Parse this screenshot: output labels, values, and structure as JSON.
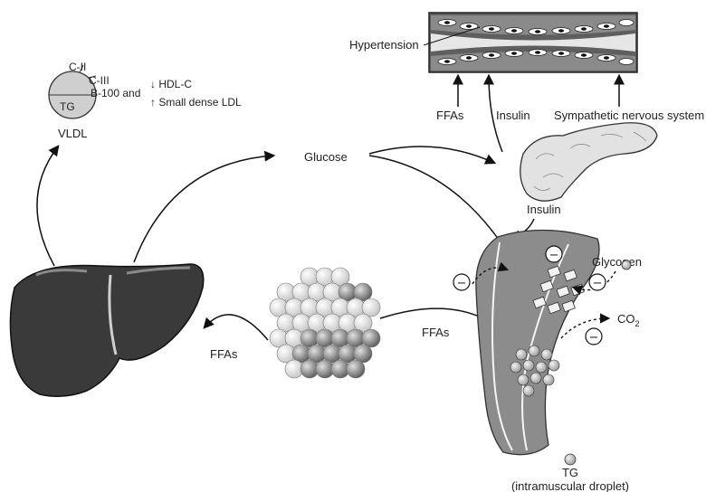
{
  "labels": {
    "hypertension": "Hypertension",
    "ffas_top": "FFAs",
    "insulin_top": "Insulin",
    "sympathetic": "Sympathetic nervous system",
    "glucose": "Glucose",
    "insulin_pancreas": "Insulin",
    "glycogen": "Glycogen",
    "co2": "CO",
    "co2_sub": "2",
    "ffas_mid": "FFAs",
    "ffas_left": "FFAs",
    "tg_bottom": "TG",
    "intramuscular": "(intramuscular droplet)",
    "vldl": "VLDL",
    "tg_vldl": "TG",
    "c2": "C-II",
    "c3": "C-III",
    "b100": "B-100 and",
    "hdl": "↓ HDL-C",
    "ldl": "↑ Small dense LDL",
    "minus": "−"
  },
  "colors": {
    "organ_dark": "#3a3a3a",
    "vessel_wall": "#6a6a6a",
    "muscle": "#8c8c8c",
    "pancreas": "#e2e2e2",
    "vldl_particle": "#cfcfcf"
  }
}
